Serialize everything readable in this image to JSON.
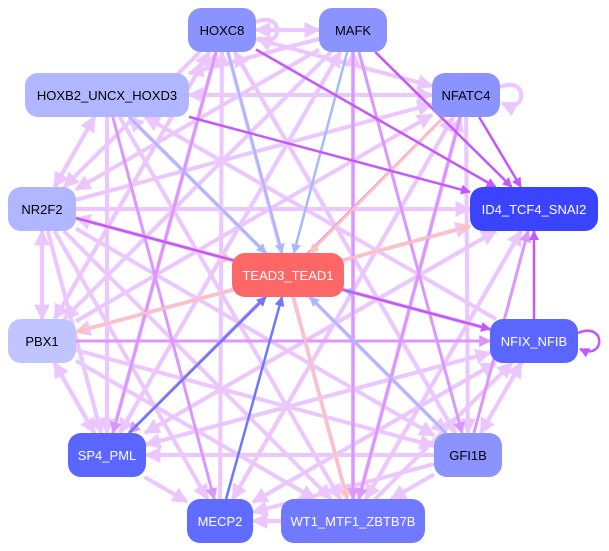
{
  "palette": {
    "light": "#ecc6ff",
    "mid": "#dc96ff",
    "strong": "#c457ff",
    "blue": "#6a78ff",
    "lightblue": "#a9b9ff",
    "salmon": "#ffc2b8"
  },
  "nodes": [
    {
      "id": "HOXC8",
      "label": "HOXC8",
      "color": "#8b93ff",
      "text": "#000000"
    },
    {
      "id": "MAFK",
      "label": "MAFK",
      "color": "#8b93ff",
      "text": "#000000"
    },
    {
      "id": "HOXB2",
      "label": "HOXB2_UNCX_HOXD3",
      "color": "#b0b6ff",
      "text": "#000000"
    },
    {
      "id": "NFATC4",
      "label": "NFATC4",
      "color": "#8b93ff",
      "text": "#000000"
    },
    {
      "id": "NR2F2",
      "label": "NR2F2",
      "color": "#b0b6ff",
      "text": "#000000"
    },
    {
      "id": "ID4",
      "label": "ID4_TCF4_SNAI2",
      "color": "#3a44ff",
      "text": "#ffffff"
    },
    {
      "id": "TEAD3",
      "label": "TEAD3_TEAD1",
      "color": "#ff6666",
      "text": "#ffffff"
    },
    {
      "id": "PBX1",
      "label": "PBX1",
      "color": "#c0c4ff",
      "text": "#000000"
    },
    {
      "id": "NFIX",
      "label": "NFIX_NFIB",
      "color": "#5a66ff",
      "text": "#ffffff"
    },
    {
      "id": "SP4",
      "label": "SP4_PML",
      "color": "#5a66ff",
      "text": "#ffffff"
    },
    {
      "id": "GFI1B",
      "label": "GFI1B",
      "color": "#8b93ff",
      "text": "#000000"
    },
    {
      "id": "MECP2",
      "label": "MECP2",
      "color": "#5f6cff",
      "text": "#ffffff"
    },
    {
      "id": "WT1",
      "label": "WT1_MTF1_ZBTB7B",
      "color": "#7079ff",
      "text": "#ffffff"
    }
  ],
  "edges": [
    [
      "HOXC8",
      "MAFK",
      "light"
    ],
    [
      "MAFK",
      "HOXC8",
      "light"
    ],
    [
      "HOXC8",
      "NFATC4",
      "light"
    ],
    [
      "HOXC8",
      "ID4",
      "strong"
    ],
    [
      "MAFK",
      "ID4",
      "strong"
    ],
    [
      "NFATC4",
      "ID4",
      "strong"
    ],
    [
      "HOXB2",
      "ID4",
      "strong"
    ],
    [
      "NFIX",
      "ID4",
      "strong"
    ],
    [
      "NR2F2",
      "NFIX",
      "strong"
    ],
    [
      "NFIX",
      "NFIX",
      "strong"
    ],
    [
      "NFATC4",
      "NFATC4",
      "light"
    ],
    [
      "HOXC8",
      "HOXC8",
      "light"
    ],
    [
      "HOXC8",
      "TEAD3",
      "lightblue"
    ],
    [
      "MAFK",
      "TEAD3",
      "lightblue"
    ],
    [
      "HOXB2",
      "TEAD3",
      "lightblue"
    ],
    [
      "NR2F2",
      "TEAD3",
      "salmon"
    ],
    [
      "TEAD3",
      "ID4",
      "salmon"
    ],
    [
      "TEAD3",
      "NFIX",
      "salmon"
    ],
    [
      "NFIX",
      "TEAD3",
      "lightblue"
    ],
    [
      "GFI1B",
      "TEAD3",
      "lightblue"
    ],
    [
      "MECP2",
      "TEAD3",
      "blue"
    ],
    [
      "SP4",
      "TEAD3",
      "blue"
    ],
    [
      "TEAD3",
      "PBX1",
      "salmon"
    ],
    [
      "TEAD3",
      "WT1",
      "salmon"
    ],
    [
      "NFATC4",
      "TEAD3",
      "salmon"
    ],
    [
      "NR2F2",
      "PBX1",
      "light"
    ],
    [
      "PBX1",
      "NR2F2",
      "light"
    ],
    [
      "PBX1",
      "SP4",
      "light"
    ],
    [
      "SP4",
      "PBX1",
      "light"
    ],
    [
      "HOXB2",
      "NR2F2",
      "light"
    ],
    [
      "NR2F2",
      "HOXB2",
      "light"
    ],
    [
      "GFI1B",
      "SP4",
      "light"
    ],
    [
      "GFI1B",
      "NFIX",
      "light"
    ],
    [
      "NFIX",
      "GFI1B",
      "light"
    ],
    [
      "WT1",
      "MECP2",
      "light"
    ],
    [
      "GFI1B",
      "WT1",
      "light"
    ],
    [
      "MECP2",
      "HOXC8",
      "light"
    ],
    [
      "WT1",
      "MAFK",
      "light"
    ],
    [
      "SP4",
      "MAFK",
      "light"
    ],
    [
      "SP4",
      "HOXC8",
      "light"
    ],
    [
      "PBX1",
      "HOXC8",
      "light"
    ],
    [
      "PBX1",
      "NFATC4",
      "light"
    ],
    [
      "PBX1",
      "ID4",
      "light"
    ],
    [
      "PBX1",
      "NFIX",
      "mid"
    ],
    [
      "NR2F2",
      "ID4",
      "light"
    ],
    [
      "NR2F2",
      "NFATC4",
      "light"
    ],
    [
      "HOXB2",
      "NFATC4",
      "light"
    ],
    [
      "HOXB2",
      "GFI1B",
      "light"
    ],
    [
      "HOXB2",
      "WT1",
      "light"
    ],
    [
      "HOXB2",
      "MECP2",
      "mid"
    ],
    [
      "HOXB2",
      "SP4",
      "light"
    ],
    [
      "NFATC4",
      "SP4",
      "mid"
    ],
    [
      "NFATC4",
      "MECP2",
      "light"
    ],
    [
      "NFATC4",
      "WT1",
      "mid"
    ],
    [
      "NFATC4",
      "GFI1B",
      "light"
    ],
    [
      "MAFK",
      "GFI1B",
      "mid"
    ],
    [
      "MAFK",
      "SP4",
      "light"
    ],
    [
      "MAFK",
      "PBX1",
      "light"
    ],
    [
      "MAFK",
      "WT1",
      "mid"
    ],
    [
      "HOXC8",
      "GFI1B",
      "light"
    ],
    [
      "HOXC8",
      "WT1",
      "light"
    ],
    [
      "HOXC8",
      "PBX1",
      "light"
    ],
    [
      "HOXC8",
      "SP4",
      "mid"
    ],
    [
      "NR2F2",
      "GFI1B",
      "light"
    ],
    [
      "NR2F2",
      "WT1",
      "light"
    ],
    [
      "NR2F2",
      "MECP2",
      "light"
    ],
    [
      "ID4",
      "SP4",
      "light"
    ],
    [
      "ID4",
      "PBX1",
      "light"
    ],
    [
      "ID4",
      "WT1",
      "light"
    ],
    [
      "NFIX",
      "SP4",
      "light"
    ],
    [
      "NFIX",
      "MECP2",
      "light"
    ],
    [
      "NFIX",
      "HOXB2",
      "light"
    ],
    [
      "NFIX",
      "NR2F2",
      "light"
    ],
    [
      "GFI1B",
      "MECP2",
      "light"
    ],
    [
      "GFI1B",
      "HOXB2",
      "light"
    ],
    [
      "GFI1B",
      "HOXC8",
      "light"
    ],
    [
      "WT1",
      "NFATC4",
      "light"
    ],
    [
      "WT1",
      "NFIX",
      "light"
    ],
    [
      "WT1",
      "ID4",
      "light"
    ],
    [
      "MECP2",
      "NFATC4",
      "light"
    ],
    [
      "MECP2",
      "NFIX",
      "light"
    ],
    [
      "SP4",
      "NFIX",
      "light"
    ],
    [
      "SP4",
      "ID4",
      "light"
    ],
    [
      "SP4",
      "MECP2",
      "light"
    ],
    [
      "PBX1",
      "WT1",
      "light"
    ],
    [
      "PBX1",
      "GFI1B",
      "light"
    ],
    [
      "NR2F2",
      "SP4",
      "light"
    ],
    [
      "MAFK",
      "NR2F2",
      "light"
    ],
    [
      "HOXC8",
      "NR2F2",
      "light"
    ],
    [
      "NFATC4",
      "HOXB2",
      "light"
    ],
    [
      "MAFK",
      "HOXB2",
      "light"
    ],
    [
      "GFI1B",
      "ID4",
      "mid"
    ]
  ]
}
